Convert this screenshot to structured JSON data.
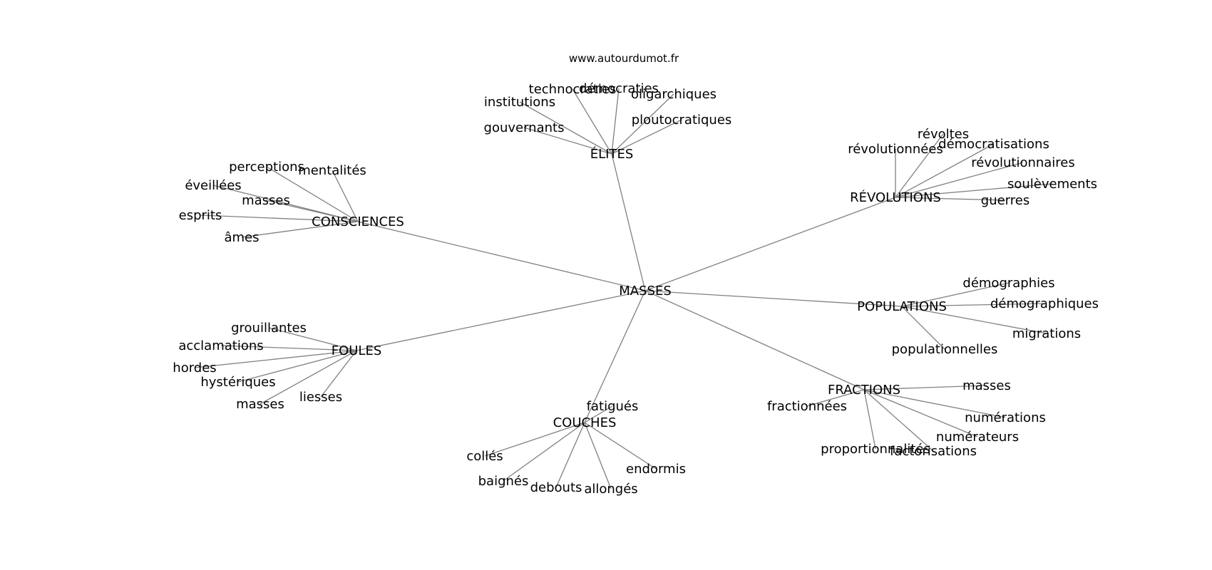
{
  "credit": "www.autourdumot.fr",
  "center": "MASSES",
  "groups": [
    {
      "label": "ÉLITES",
      "words": [
        "technocraties",
        "démocraties",
        "oligarchiques",
        "institutions",
        "ploutocratiques",
        "gouvernants"
      ]
    },
    {
      "label": "RÉVOLUTIONS",
      "words": [
        "révoltes",
        "révolutionnées",
        "démocratisations",
        "révolutionnaires",
        "soulèvements",
        "guerres"
      ]
    },
    {
      "label": "CONSCIENCES",
      "words": [
        "perceptions",
        "mentalités",
        "éveillées",
        "masses",
        "esprits",
        "âmes"
      ]
    },
    {
      "label": "POPULATIONS",
      "words": [
        "démographies",
        "démographiques",
        "migrations",
        "populationnelles"
      ]
    },
    {
      "label": "FOULES",
      "words": [
        "grouillantes",
        "acclamations",
        "hordes",
        "hystériques",
        "masses",
        "liesses"
      ]
    },
    {
      "label": "FRACTIONS",
      "words": [
        "masses",
        "fractionnées",
        "numérations",
        "numérateurs",
        "proportionnalités",
        "factorisations"
      ]
    },
    {
      "label": "COUCHES",
      "words": [
        "fatigués",
        "collés",
        "endormis",
        "baignés",
        "debouts",
        "allongés"
      ]
    }
  ]
}
